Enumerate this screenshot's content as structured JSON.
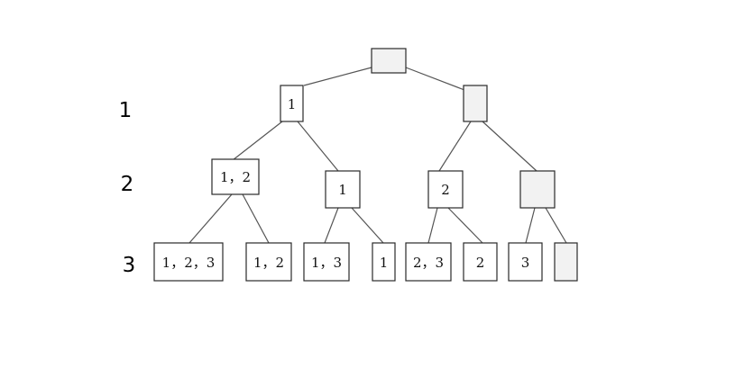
{
  "level_labels": [
    "1",
    "2",
    "3"
  ],
  "nodes": {
    "root": "",
    "l1_left": "1",
    "l1_right": "",
    "l2_a": "1，2",
    "l2_b": "1",
    "l2_c": "2",
    "l2_d": "",
    "l3_a": "1，2，3",
    "l3_b": "1，2",
    "l3_c": "1，3",
    "l3_d": "1",
    "l3_e": "2，3",
    "l3_f": "2",
    "l3_g": "3",
    "l3_h": ""
  },
  "colors": {
    "line": "#555555",
    "box_border": "#2a2a2a",
    "empty_fill": "#f2f2f2"
  }
}
